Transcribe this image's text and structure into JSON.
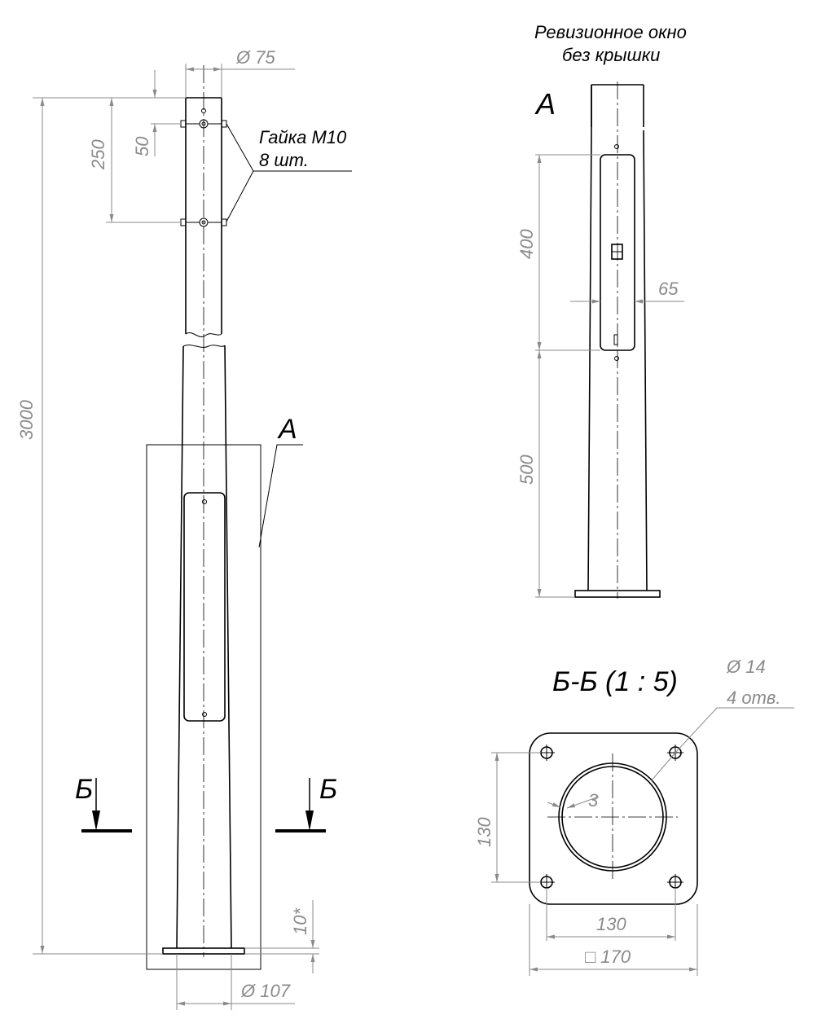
{
  "labels": {
    "dia_top": "Ø 75",
    "dia_base": "Ø 107",
    "dim_total": "3000",
    "dim_250": "250",
    "dim_50": "50",
    "nut_line1": "Гайка М10",
    "nut_line2": "8 шт.",
    "view_a": "А",
    "view_a_detail": "А",
    "section_left": "Б",
    "section_right": "Б",
    "dim_10": "10*",
    "revision_line1": "Ревизионное окно",
    "revision_line2": "без крышки",
    "dim_400": "400",
    "dim_65": "65",
    "dim_500": "500",
    "section_title": "Б-Б (1 : 5)",
    "hole_dia": "Ø 14",
    "hole_count": "4 отв.",
    "dim_3": "3",
    "dim_130_v": "130",
    "dim_130_h": "130",
    "dim_170": "□ 170"
  }
}
